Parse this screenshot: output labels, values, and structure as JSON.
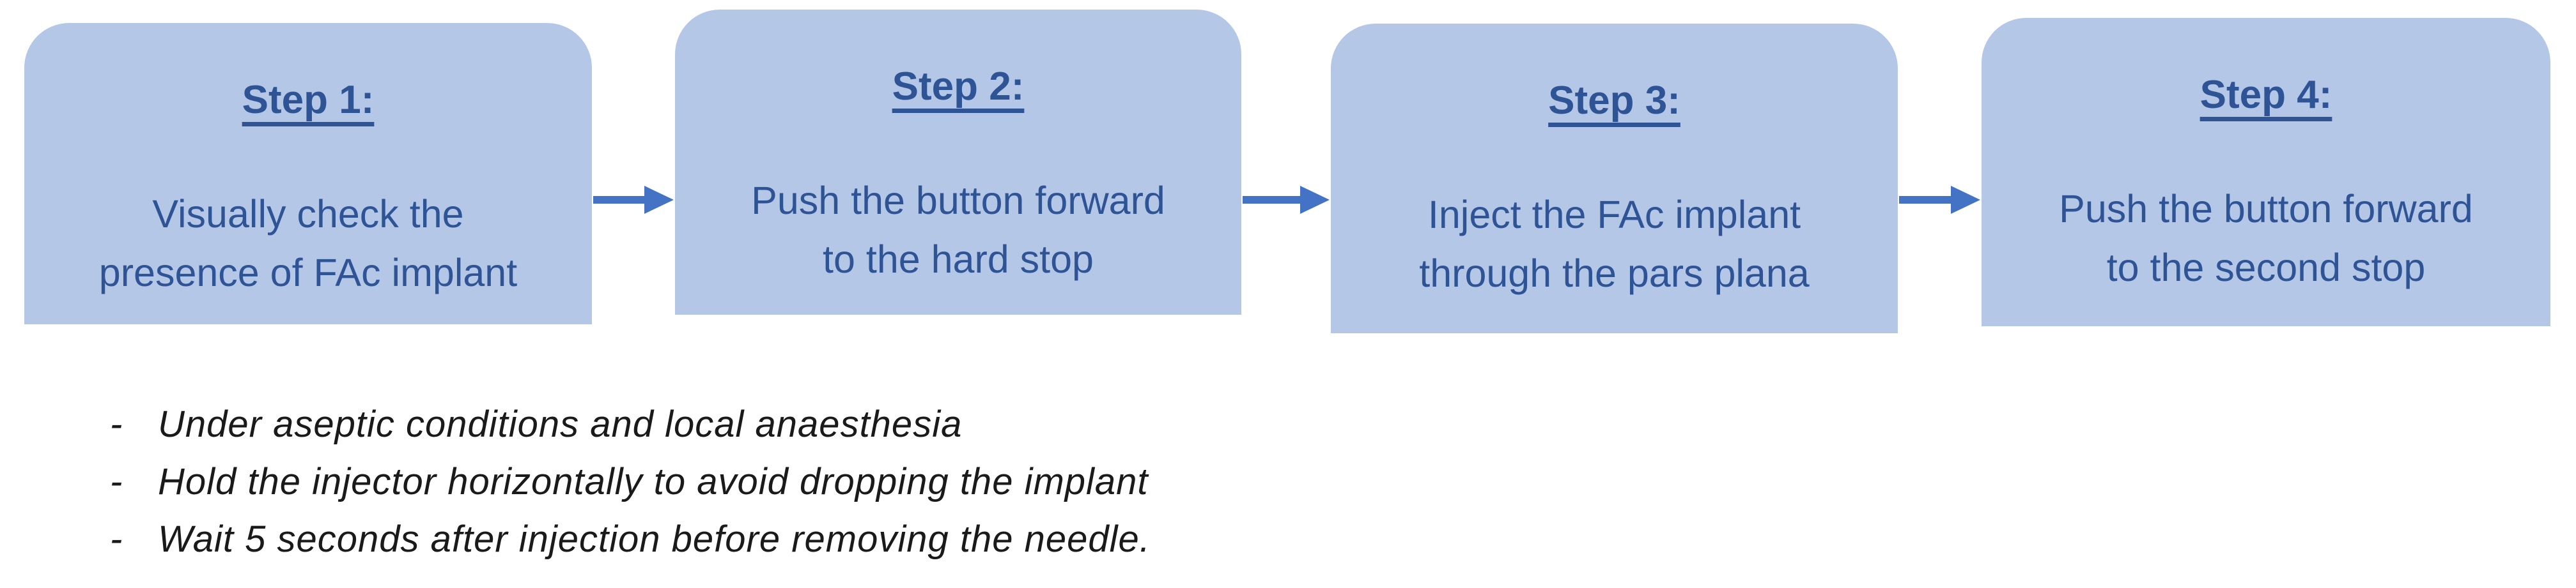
{
  "diagram": {
    "steps": [
      {
        "title": "Step 1:",
        "lines": [
          "Visually check the",
          "presence of FAc implant"
        ]
      },
      {
        "title": "Step 2:",
        "lines": [
          "Push the button forward",
          "to the hard stop"
        ]
      },
      {
        "title": "Step 3:",
        "lines": [
          "Inject the FAc implant",
          "through the pars plana"
        ]
      },
      {
        "title": "Step 4:",
        "lines": [
          "Push the button forward",
          "to the second stop"
        ]
      }
    ],
    "bullet_char": "-",
    "notes": [
      "Under aseptic conditions and local anaesthesia",
      "Hold the injector horizontally to avoid dropping the implant",
      "Wait 5 seconds after injection before removing the needle."
    ],
    "colors": {
      "box-fill": "#B4C7E7",
      "box-text": "#2F5496",
      "arrow": "#4472C4",
      "notes-text": "#1A1A1A"
    }
  }
}
